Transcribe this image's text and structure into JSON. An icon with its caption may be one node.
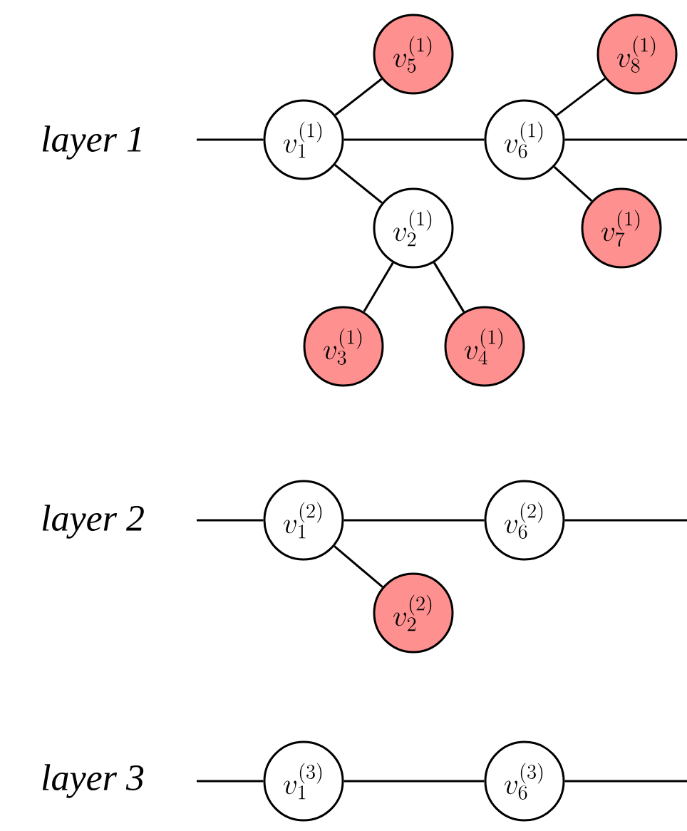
{
  "diagram": {
    "nodes": [
      {
        "text": [
          "v_1^{(1)}"
        ]
      },
      {
        "text": [
          "v_2^{(1)}"
        ]
      },
      {
        "text": [
          "v_3^{(1)}"
        ]
      },
      {
        "text": [
          "v_4^{(1)}"
        ]
      },
      {
        "text": [
          "v_5^{(1)}"
        ]
      },
      {
        "text": [
          "v_6^{(1)}"
        ]
      },
      {
        "text": [
          "v_7^{(1)}"
        ]
      },
      {
        "text": [
          "v_8^{(1)}"
        ]
      },
      {
        "text": [
          "v_1^{(2)}"
        ]
      },
      {
        "text": [
          "v_2^{(2)}"
        ]
      },
      {
        "text": [
          "v_6^{(2)}"
        ]
      },
      {
        "text": [
          "v_1^{(3)}"
        ]
      },
      {
        "text": [
          "v_6^{(3)}"
        ]
      }
    ],
    "edges": [
      {
        "from": null,
        "to": 0,
        "arrow": "none"
      },
      {
        "from": 0,
        "to": 5,
        "arrow": "none"
      },
      {
        "from": 5,
        "to": null,
        "arrow": "none"
      },
      {
        "from": 0,
        "to": 4,
        "arrow": "none"
      },
      {
        "from": 0,
        "to": 1,
        "arrow": "none"
      },
      {
        "from": 1,
        "to": 2,
        "arrow": "none"
      },
      {
        "from": 1,
        "to": 3,
        "arrow": "none"
      },
      {
        "from": 5,
        "to": 7,
        "arrow": "none"
      },
      {
        "from": 5,
        "to": 6,
        "arrow": "none"
      },
      {
        "from": null,
        "to": 8,
        "arrow": "none"
      },
      {
        "from": 8,
        "to": 10,
        "arrow": "none"
      },
      {
        "from": 10,
        "to": null,
        "arrow": "none"
      },
      {
        "from": 8,
        "to": 9,
        "arrow": "none"
      },
      {
        "from": null,
        "to": 11,
        "arrow": "none"
      },
      {
        "from": 11,
        "to": 12,
        "arrow": "none"
      },
      {
        "from": 12,
        "to": null,
        "arrow": "none"
      }
    ],
    "labels": [
      "layer 1",
      "layer 2",
      "layer 3"
    ]
  }
}
